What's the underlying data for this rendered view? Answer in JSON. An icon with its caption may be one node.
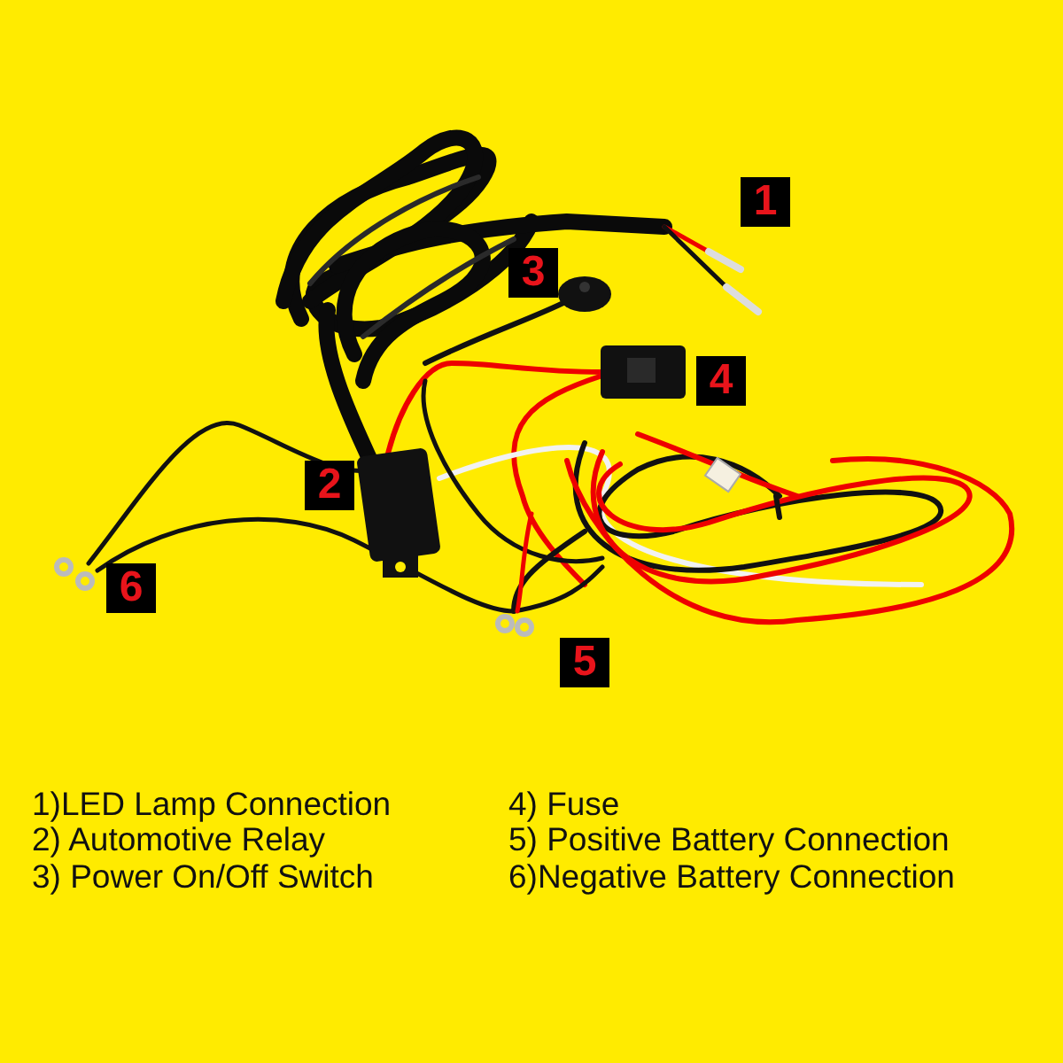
{
  "diagram": {
    "labels": [
      "1",
      "3",
      "4",
      "2",
      "6",
      "5",
      "1)LED Lamp Connection",
      "4) Fuse",
      "2) Automotive Relay",
      "5) Positive Battery Connection",
      "3) Power On/Off Switch",
      "6)Negative Battery Connection"
    ]
  }
}
